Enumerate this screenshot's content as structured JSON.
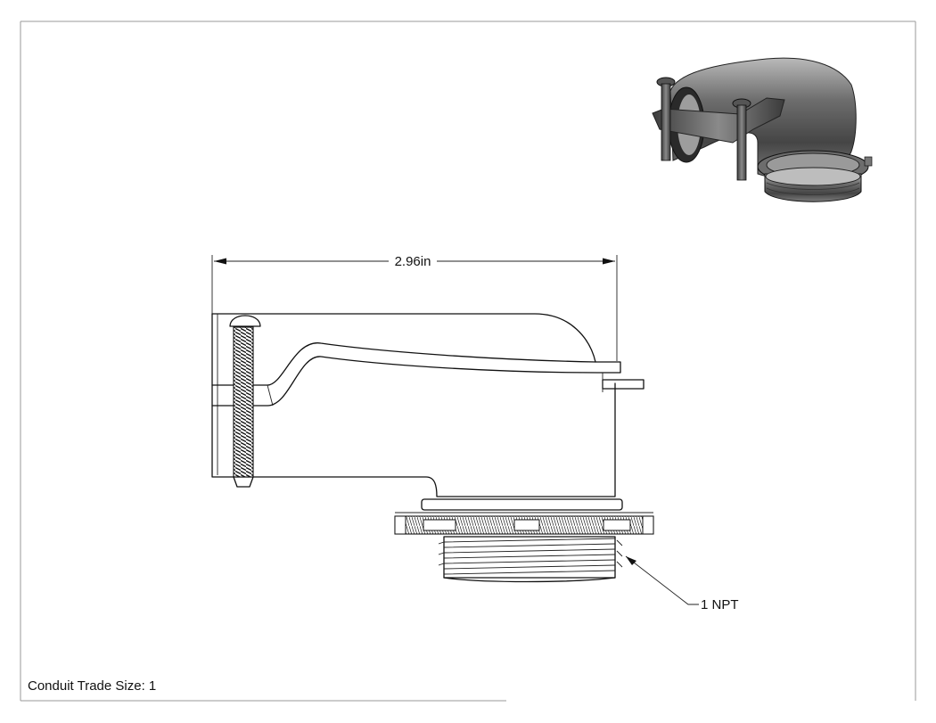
{
  "drawing": {
    "dimension_width": "2.96in",
    "thread_callout": "1 NPT",
    "trade_size_note": "Conduit Trade Size: 1"
  }
}
